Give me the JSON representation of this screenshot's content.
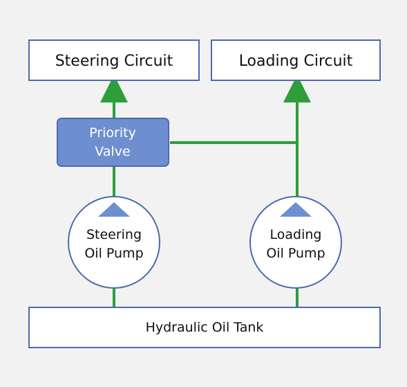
{
  "steering_circuit": {
    "label": "Steering Circuit"
  },
  "loading_circuit": {
    "label": "Loading Circuit"
  },
  "priority_valve": {
    "line1": "Priority",
    "line2": "Valve"
  },
  "steering_pump": {
    "line1": "Steering",
    "line2": "Oil Pump"
  },
  "loading_pump": {
    "line1": "Loading",
    "line2": "Oil Pump"
  },
  "tank": {
    "label": "Hydraulic Oil Tank"
  },
  "colors": {
    "background": "#f2f2f2",
    "box_border": "#4a6bb0",
    "valve_fill": "#6e8fcf",
    "pump_triangle": "#6e8fcf",
    "line": "#2e9e3a"
  }
}
